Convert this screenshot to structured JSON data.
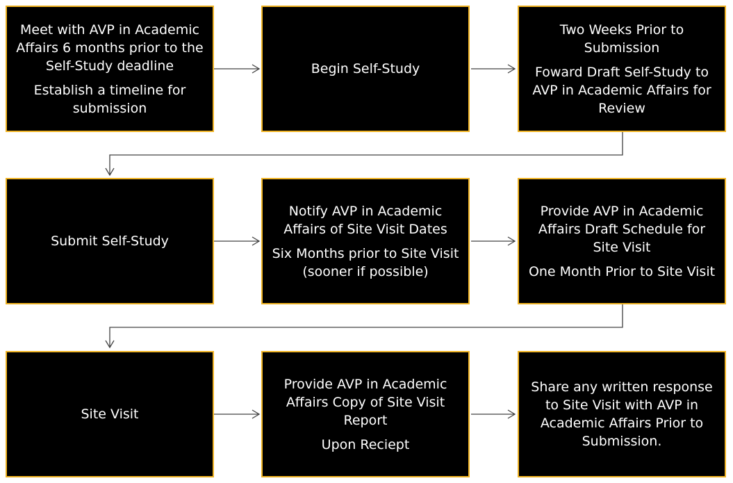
{
  "steps": {
    "meet_avp": {
      "line1": "Meet with AVP in Academic Affairs 6 months prior to the Self-Study deadline",
      "line2": "Establish a timeline for submission"
    },
    "begin_self_study": {
      "line1": "Begin Self-Study"
    },
    "forward_draft": {
      "line1": "Two Weeks Prior to Submission",
      "line2": "Foward Draft Self-Study to AVP in Academic Affairs for Review"
    },
    "submit_self_study": {
      "line1": "Submit Self-Study"
    },
    "notify_site_visit": {
      "line1": "Notify AVP in Academic Affairs of Site Visit Dates",
      "line2": "Six Months prior to Site Visit (sooner if possible)"
    },
    "draft_schedule": {
      "line1": "Provide AVP in Academic Affairs Draft Schedule for Site Visit",
      "line2": "One Month Prior to Site Visit"
    },
    "site_visit": {
      "line1": "Site Visit"
    },
    "site_visit_report": {
      "line1": "Provide AVP in Academic Affairs Copy of Site Visit Report",
      "line2": "Upon Reciept"
    },
    "share_response": {
      "line1": "Share any written response to Site Visit with AVP in Academic Affairs Prior to Submission."
    }
  },
  "colors": {
    "box_fill": "#000000",
    "box_border": "#f0b323",
    "text": "#ffffff",
    "connector": "#404040"
  }
}
